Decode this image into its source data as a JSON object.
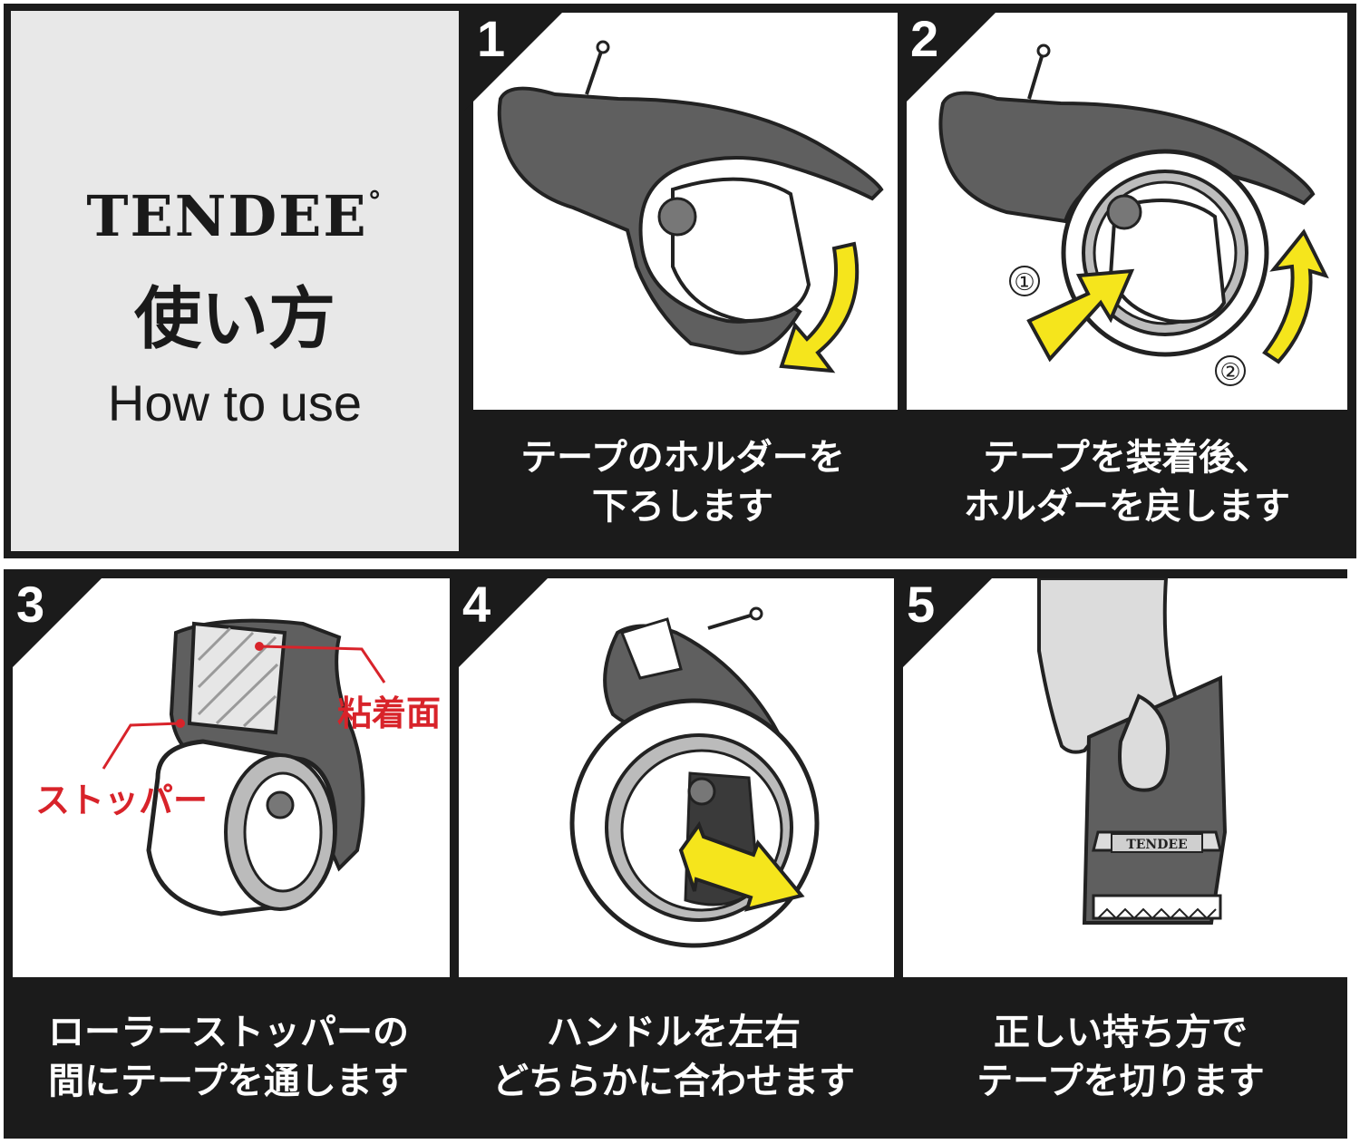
{
  "brand": {
    "logo": "TENDEE",
    "logo_mark": "°",
    "title_jp": "使い方",
    "title_en": "How to use"
  },
  "steps": [
    {
      "number": "1",
      "caption": [
        "テープのホルダーを",
        "下ろします"
      ]
    },
    {
      "number": "2",
      "caption": [
        "テープを装着後、",
        "ホルダーを戻します"
      ],
      "markers": [
        "①",
        "②"
      ]
    },
    {
      "number": "3",
      "caption": [
        "ローラーストッパーの",
        "間にテープを通します"
      ],
      "labels": {
        "adhesive": "粘着面",
        "stopper": "ストッパー"
      }
    },
    {
      "number": "4",
      "caption": [
        "ハンドルを左右",
        "どちらかに合わせます"
      ]
    },
    {
      "number": "5",
      "caption": [
        "正しい持ち方で",
        "テープを切ります"
      ],
      "device_label": "TENDEE"
    }
  ],
  "colors": {
    "dark": "#1b1b1b",
    "panel_gray": "#e8e8e8",
    "arrow_yellow": "#f5e51c",
    "label_red": "#d8232a",
    "device_gray": "#5f5f5f"
  }
}
